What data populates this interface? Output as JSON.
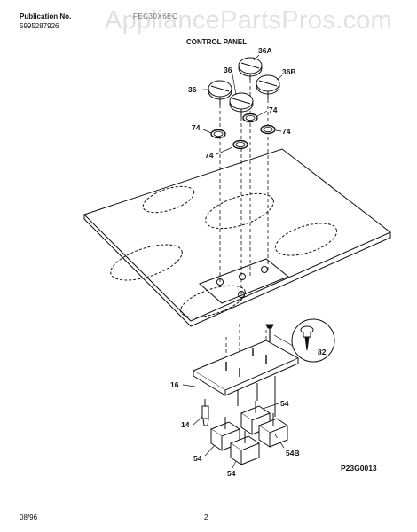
{
  "header": {
    "publication_label": "Publication No.",
    "publication_number": "5995287926",
    "model": "FEC30X6EC",
    "section_title": "CONTROL PANEL"
  },
  "watermark": "AppliancePartsPros.com",
  "callouts": {
    "knob_36": "36",
    "knob_36_left": "36",
    "knob_36A": "36A",
    "knob_36B": "36B",
    "ring_74_right_top": "74",
    "ring_74_left": "74",
    "ring_74_right": "74",
    "ring_74_lower": "74",
    "screw_82": "82",
    "panel_16": "16",
    "switch_14": "14",
    "switch_54_upper": "54",
    "switch_54_left": "54",
    "switch_54_bottom": "54",
    "switch_54B": "54B"
  },
  "figure_code": "P23G0013",
  "footer": {
    "date": "08/96",
    "page": "2"
  }
}
